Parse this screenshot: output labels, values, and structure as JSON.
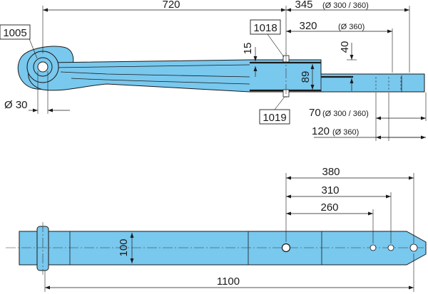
{
  "side_view": {
    "dim_length": "720",
    "dim_front_total": "345",
    "dim_front_total_note": "(Ø 300 / 360)",
    "dim_front_mid": "320",
    "dim_front_mid_note": "(Ø 360)",
    "dim_leaf_thickness": "15",
    "dim_pad_thickness": "40",
    "dim_height": "89",
    "dim_eye_diameter": "Ø 30",
    "dim_end_70": "70",
    "dim_end_70_note": "(Ø 300 / 360)",
    "dim_end_120": "120",
    "dim_end_120_note": "(Ø 360)",
    "ref_eye": "1005",
    "ref_top_bolt": "1018",
    "ref_bottom_bolt": "1019"
  },
  "top_view": {
    "dim_380": "380",
    "dim_310": "310",
    "dim_260": "260",
    "dim_width": "100",
    "dim_total_length": "1100"
  },
  "colors": {
    "part_fill": "#79c8ee",
    "outline": "#1a1a1a"
  }
}
